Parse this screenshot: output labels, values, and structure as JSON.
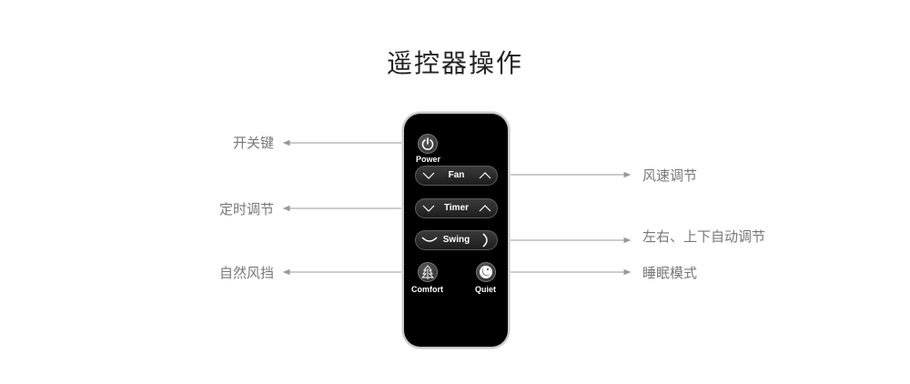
{
  "title": "遥控器操作",
  "remote": {
    "power_label": "Power",
    "fan_label": "Fan",
    "timer_label": "Timer",
    "swing_label": "Swing",
    "comfort_label": "Comfort",
    "quiet_label": "Quiet"
  },
  "annotations": {
    "power": "开关键",
    "fan": "风速调节",
    "timer": "定时调节",
    "swing": "左右、上下自动调节",
    "comfort": "自然风挡",
    "quiet": "睡眠模式"
  },
  "icons": {
    "power": "power-icon",
    "fan_down": "chevron-down-icon",
    "fan_up": "chevron-up-icon",
    "timer_down": "chevron-down-icon",
    "timer_up": "chevron-up-icon",
    "swing_left": "swing-arc-icon",
    "swing_right": "swing-arc-icon",
    "comfort": "tree-icon",
    "quiet": "moon-sleep-icon"
  },
  "colors": {
    "remote_body": "#000000",
    "annotation_text": "#777777",
    "leader_line": "#999999",
    "button_text": "#ffffff"
  }
}
